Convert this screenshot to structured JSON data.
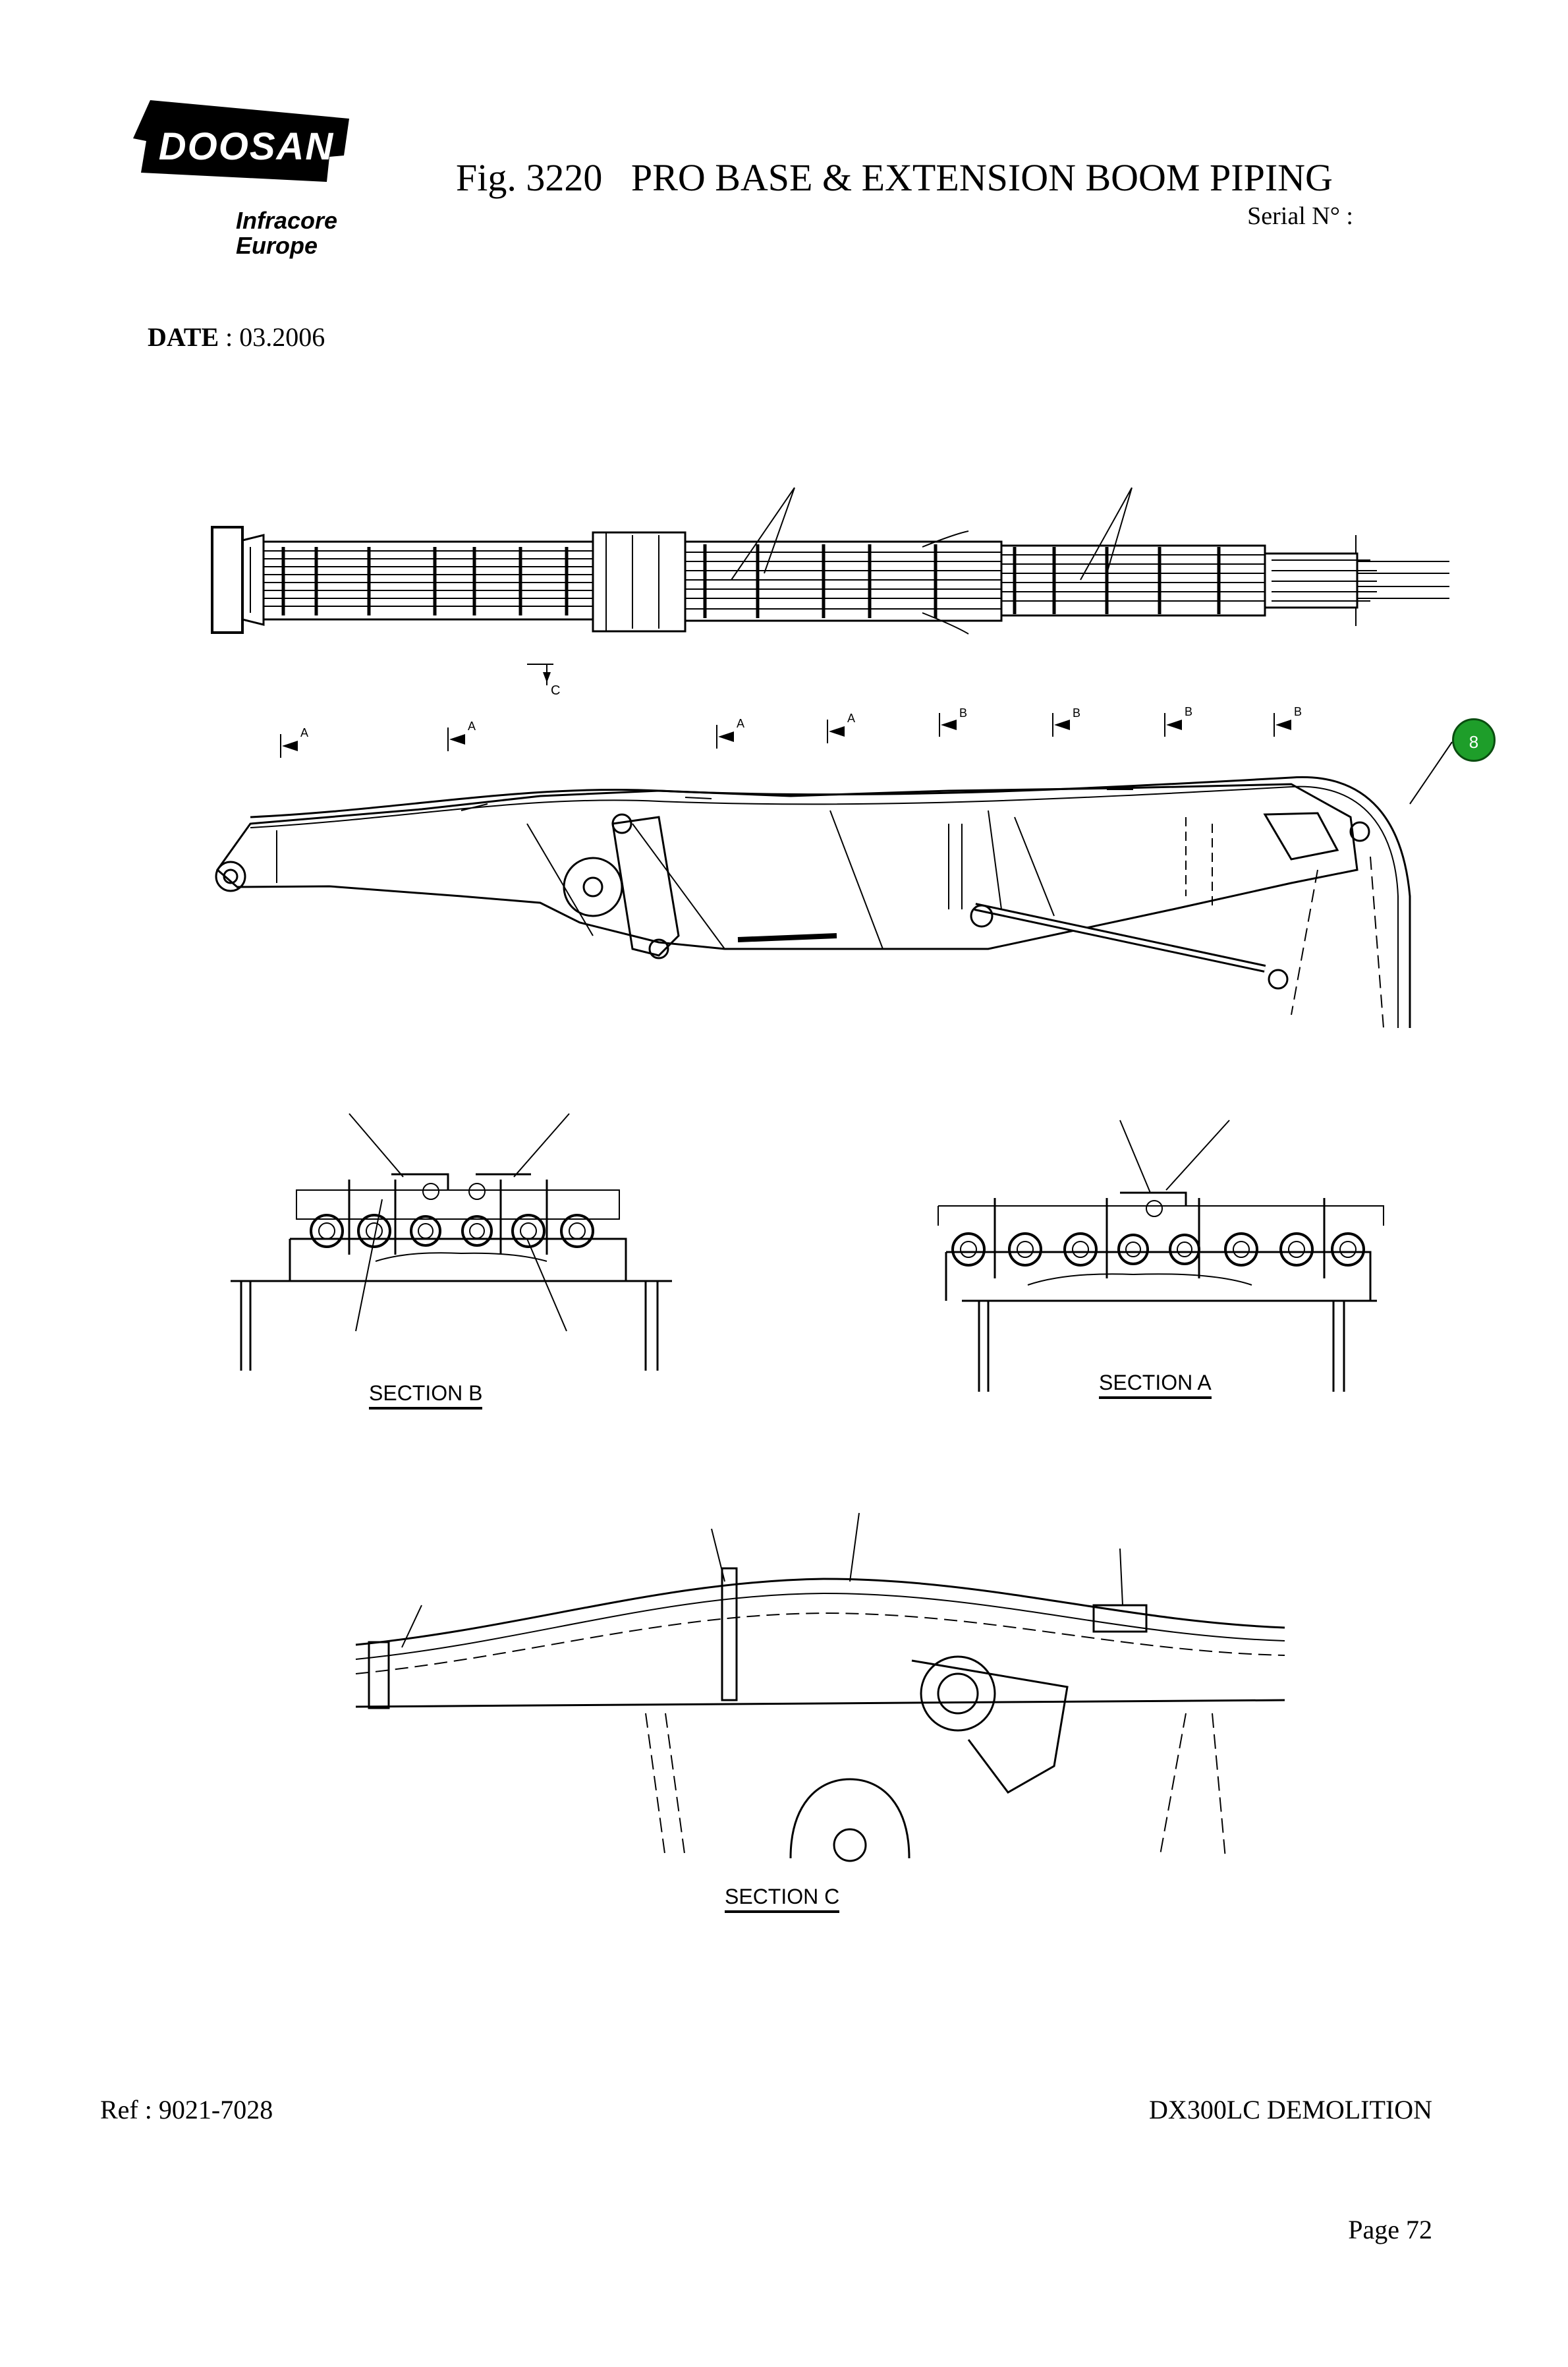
{
  "header": {
    "logo_text": "DOOSAN",
    "logo_sub_line1": "Infracore",
    "logo_sub_line2": "Europe",
    "figure_title": "Fig. 3220   PRO BASE & EXTENSION BOOM PIPING",
    "serial_label": "Serial N° :",
    "date_label": "DATE",
    "date_value": " : 03.2006"
  },
  "drawing": {
    "callout_number": "8",
    "section_marker_c": "C",
    "section_markers_a": [
      "A",
      "A",
      "A",
      "A"
    ],
    "section_markers_b": [
      "B",
      "B",
      "B",
      "B"
    ],
    "section_b_label": "SECTION  B",
    "section_a_label": "SECTION  A",
    "section_c_label": "SECTION  C"
  },
  "footer": {
    "ref": "Ref : 9021-7028",
    "model": "DX300LC DEMOLITION",
    "page": "Page 72"
  }
}
